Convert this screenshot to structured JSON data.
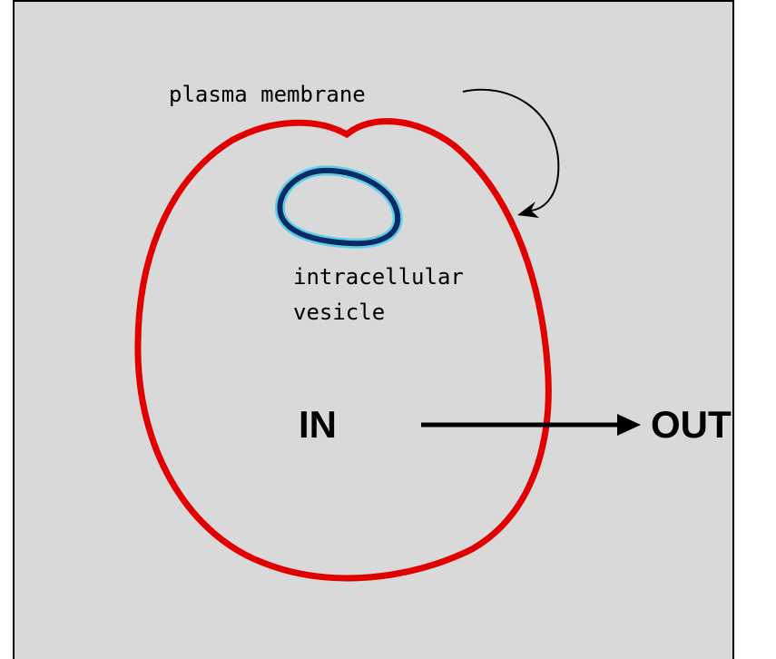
{
  "labels": {
    "plasma_membrane": "plasma membrane",
    "vesicle_line1": "intracellular",
    "vesicle_line2": "vesicle",
    "inside": "IN",
    "outside": "OUT"
  },
  "colors": {
    "background": "#d9d9d9",
    "membrane": "#e00000",
    "vesicle": "#0a2a66",
    "vesicle_halo": "#5fd0e8",
    "arrow": "#000000"
  }
}
